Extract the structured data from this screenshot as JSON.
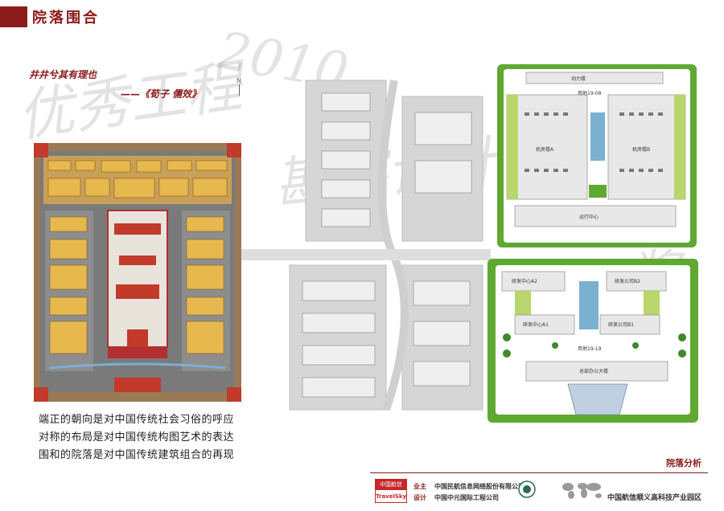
{
  "header": {
    "title": "院落围合"
  },
  "watermark": {
    "year": "2010",
    "lines": [
      "优秀工程",
      "勘察设计",
      "奖"
    ]
  },
  "quote": {
    "line1": "井井兮其有理也",
    "line2": "——《荀子 儒效》"
  },
  "compass": "N",
  "description": {
    "lines": [
      "端正的朝向是对中国传统社会习俗的呼应",
      "对称的布局是对中国传统构图艺术的表达",
      "围和的院落是对中国传统建筑组合的再现"
    ]
  },
  "site_plan": {
    "labels": {
      "north_top": "动力楼",
      "plot_north": "用地19-08",
      "bldg_a": "机房楼A",
      "bldg_b": "机房楼B",
      "ops_center": "运行中心",
      "rd_a2": "研发中心A2",
      "rd_b2": "研发公司B2",
      "rd_a1": "研发中心A1",
      "rd_b1": "研发公司B1",
      "plot_south": "用地19-19",
      "office": "总部办公大楼"
    }
  },
  "footer": {
    "section_label": "院落分析",
    "logo_top": "中国航信",
    "logo_bottom": "TravelSky",
    "owner_key": "业主",
    "owner_value": "中国民航信息网络股份有限公司",
    "designer_key": "设计",
    "designer_value": "中国中元国际工程公司",
    "park_name": "中国航信顺义高科技产业园区"
  },
  "colors": {
    "accent": "#8b1a1a",
    "green": "#5fa832",
    "lime": "#b8d66b",
    "building": "#e8e8e8"
  }
}
